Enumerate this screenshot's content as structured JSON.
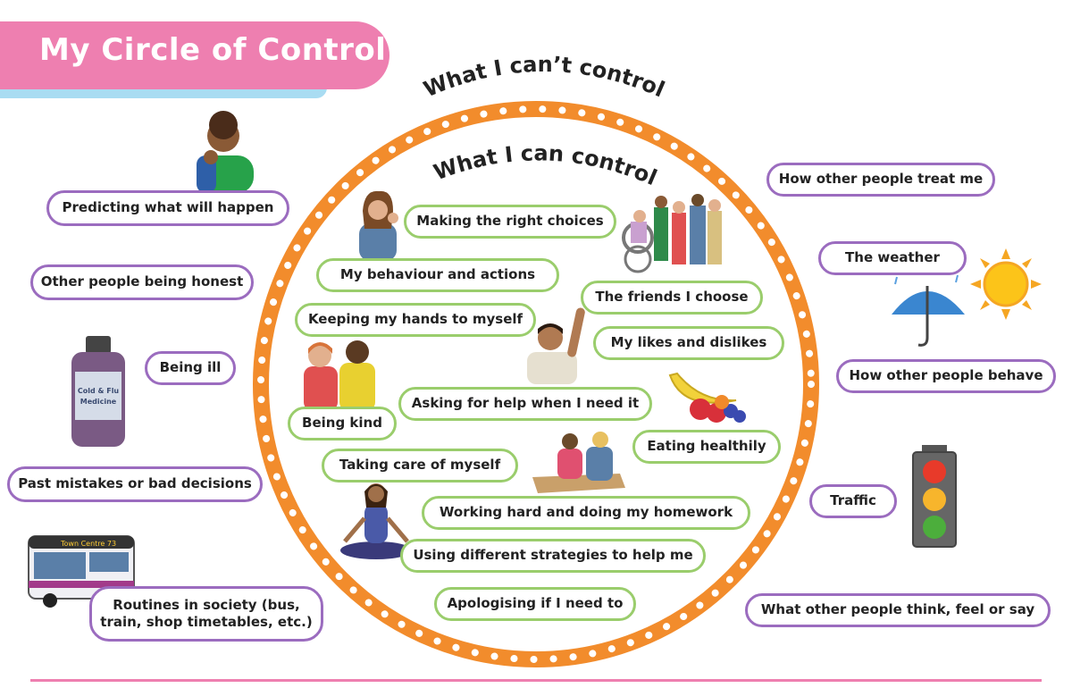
{
  "title": "My Circle of Control",
  "outer_label": "What I can’t control",
  "inner_label": "What I can control",
  "colors": {
    "banner": "#ee7fb0",
    "stripe": "#a9dcf2",
    "ring": "#f28c2c",
    "outside_border": "#9b6cbf",
    "inside_border": "#9acd6c"
  },
  "cant_control": {
    "predicting": "Predicting what will happen",
    "honest": "Other people being honest",
    "ill": "Being ill",
    "mistakes": "Past mistakes or bad decisions",
    "routines_1": "Routines in society (bus,",
    "routines_2": "train, shop timetables, etc.)",
    "treat": "How other people treat me",
    "weather": "The weather",
    "behave": "How other people behave",
    "traffic": "Traffic",
    "think": "What other people think, feel or say"
  },
  "can_control": {
    "choices": "Making the right choices",
    "behaviour": "My behaviour and actions",
    "friends": "The friends I choose",
    "hands": "Keeping my hands to myself",
    "likes": "My likes and dislikes",
    "help": "Asking for help when I need it",
    "kind": "Being kind",
    "eating": "Eating healthily",
    "care": "Taking care of myself",
    "homework": "Working hard and doing my homework",
    "strategies": "Using different strategies to help me",
    "apologising": "Apologising if I need to"
  },
  "medicine_label_1": "Cold & Flu",
  "medicine_label_2": "Medicine",
  "bus_sign": "Town Centre 73"
}
